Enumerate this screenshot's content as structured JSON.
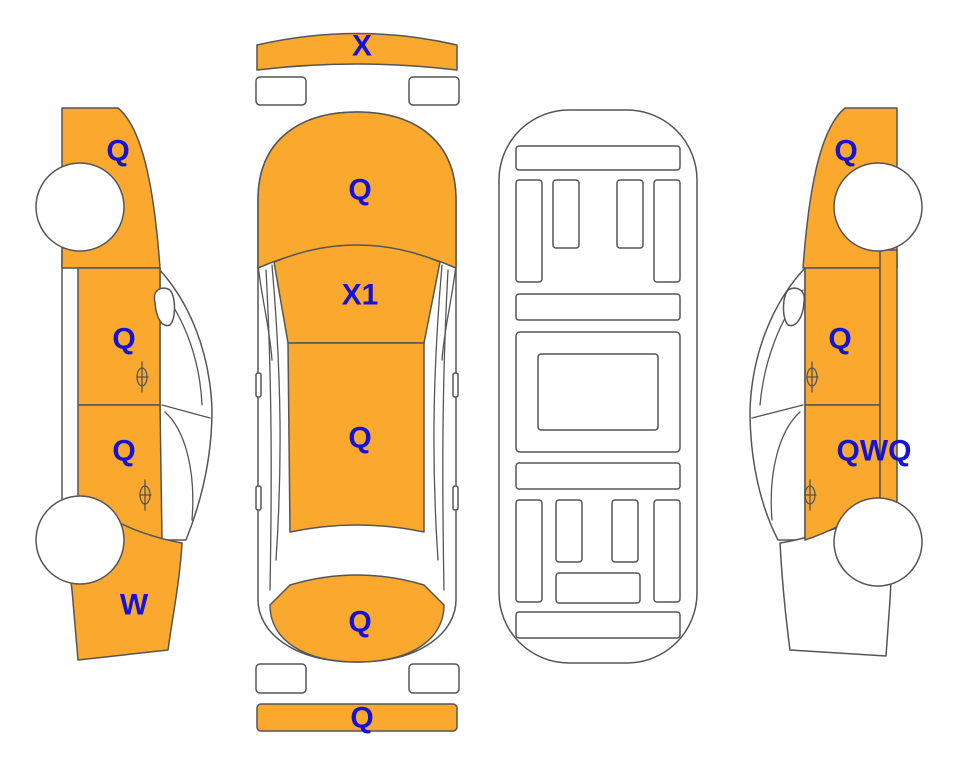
{
  "colors": {
    "damaged_panel": "#FBA92E",
    "label": "#1414D2",
    "outline": "#555555"
  },
  "labels": {
    "front_bumper": "X",
    "hood": "Q",
    "roof_front": "X1",
    "roof_main": "Q",
    "trunk": "Q",
    "rear_bumper": "Q",
    "left_front_fender": "Q",
    "left_front_door": "Q",
    "left_rear_door": "Q",
    "left_rear_quarter": "W",
    "right_front_fender": "Q",
    "right_front_door": "Q",
    "right_rear_door": "QWQ"
  }
}
